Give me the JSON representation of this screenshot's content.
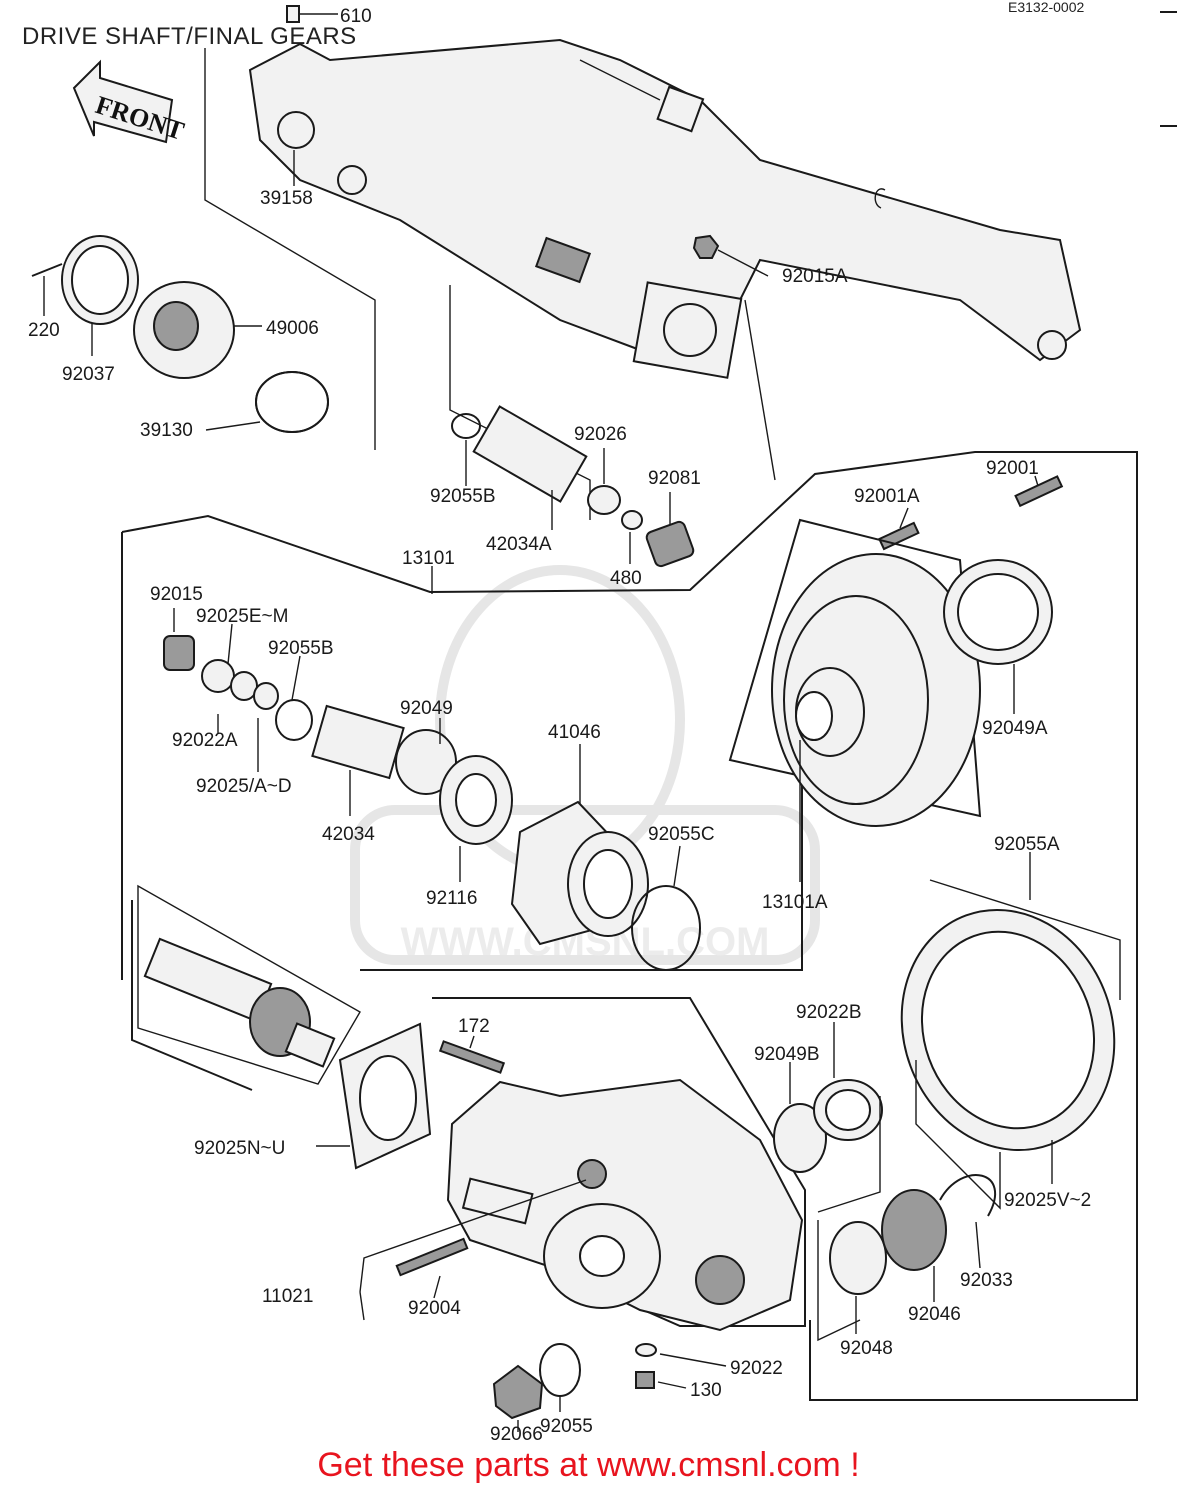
{
  "title": "DRIVE SHAFT/FINAL GEARS",
  "diagram_code": "E3132-0002",
  "front_arrow_label": "FRONT",
  "footer_text": "Get these parts at www.cmsnl.com !",
  "watermark": "WWW.CMSNL.COM",
  "labels": {
    "p610": "610",
    "p39158": "39158",
    "p92015A": "92015A",
    "p220": "220",
    "p92037": "92037",
    "p49006": "49006",
    "p39130": "39130",
    "p92026": "92026",
    "p92081": "92081",
    "p92055B_top": "92055B",
    "p42034A": "42034A",
    "p480": "480",
    "p13101": "13101",
    "p92001": "92001",
    "p92001A": "92001A",
    "p92015": "92015",
    "p92025EM": "92025E~M",
    "p92055B": "92055B",
    "p92049": "92049",
    "p41046": "41046",
    "p92022A": "92022A",
    "p92025AD": "92025/A~D",
    "p42034": "42034",
    "p92116": "92116",
    "p92055C": "92055C",
    "p92049A": "92049A",
    "p13101A": "13101A",
    "p92055A": "92055A",
    "p172": "172",
    "p92022B": "92022B",
    "p92049B": "92049B",
    "p92025NU": "92025N~U",
    "p92025V2": "92025V~2",
    "p11021": "11021",
    "p92004": "92004",
    "p92033": "92033",
    "p92046": "92046",
    "p92048": "92048",
    "p92022": "92022",
    "p130": "130",
    "p92055": "92055",
    "p92066": "92066"
  }
}
